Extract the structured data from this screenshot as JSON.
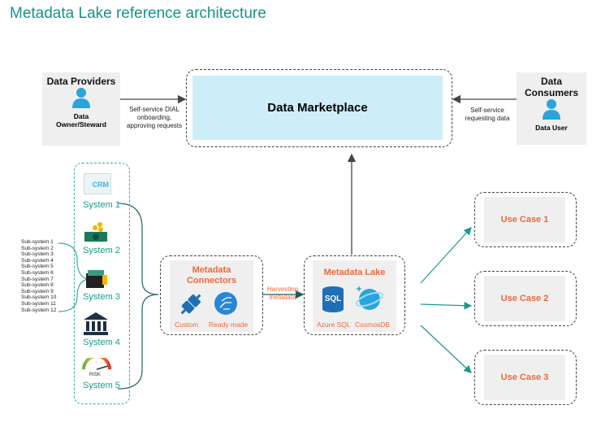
{
  "title": "Metadata Lake reference architecture",
  "providers": {
    "heading": "Data Providers",
    "role": "Data Owner/Steward",
    "flow_label": "Self-service DIAL onboarding, approving requests"
  },
  "marketplace": {
    "label": "Data Marketplace"
  },
  "consumers": {
    "heading": "Data Consumers",
    "role": "Data User",
    "flow_label": "Self-service requesting data"
  },
  "systems": [
    {
      "label": "System 1",
      "icon": "crm-icon",
      "icon_text": "CRM"
    },
    {
      "label": "System 2",
      "icon": "money-icon"
    },
    {
      "label": "System 3",
      "icon": "machine-icon"
    },
    {
      "label": "System 4",
      "icon": "bank-icon"
    },
    {
      "label": "System 5",
      "icon": "risk-gauge-icon",
      "icon_text": "RISK"
    }
  ],
  "subsystems": [
    "Sub-system 1",
    "Sub-system 2",
    "Sub-system 3",
    "Sub-system 4",
    "Sub-system 5",
    "Sub-system 6",
    "Sub-system 7",
    "Sub-system 8",
    "Sub-system 9",
    "Sub-system 10",
    "Sub-system 11",
    "Sub-system 12"
  ],
  "connectors": {
    "heading": "Metadata Connectors",
    "items": [
      "Custom",
      "Ready made"
    ]
  },
  "harvest_label": "Harvesting metadata",
  "lake": {
    "heading": "Metadata Lake",
    "items": [
      "Azure SQL",
      "CosmosDB"
    ],
    "sql_text": "SQL"
  },
  "use_cases": [
    "Use Case 1",
    "Use Case 2",
    "Use Case 3"
  ],
  "colors": {
    "teal": "#1b9a8c",
    "orange": "#f0683a",
    "marketplace": "#cdeef8",
    "panel": "#efefef"
  }
}
